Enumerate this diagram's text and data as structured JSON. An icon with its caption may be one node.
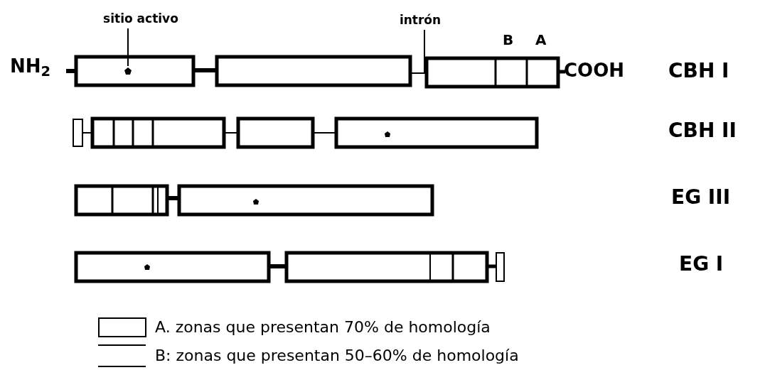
{
  "diagram": {
    "nodes": [
      {
        "text": [
          "sitio activo"
        ]
      },
      {
        "text": [],
        "shape": "star"
      },
      {
        "text": [
          "intrón"
        ]
      }
    ],
    "edges": [
      {
        "from": 0,
        "to": 1,
        "arrow": "none"
      },
      {
        "from": 2,
        "to": null,
        "arrow": "none"
      }
    ],
    "labels": [
      "NH$_{2}$",
      "B",
      "A",
      "COOH",
      "CBH I",
      "CBH II",
      "EG III",
      "EG I"
    ],
    "legend": [
      {
        "text": "A. zonas que presentan 70% de homología"
      },
      {
        "text": "B: zonas que presentan 50–60% de homología"
      }
    ]
  }
}
